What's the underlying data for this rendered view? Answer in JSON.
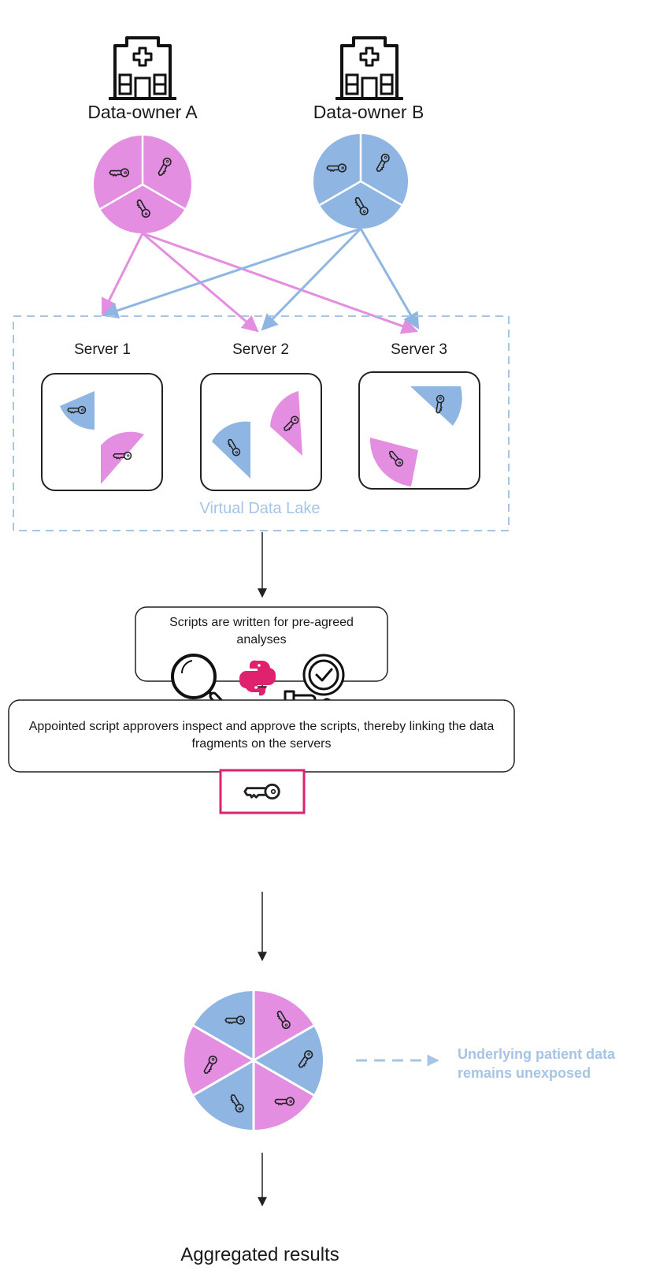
{
  "owners": [
    {
      "label": "Data-owner A",
      "color": "#e38ee0"
    },
    {
      "label": "Data-owner B",
      "color": "#8fb6e2"
    }
  ],
  "servers": [
    {
      "label": "Server 1"
    },
    {
      "label": "Server 2"
    },
    {
      "label": "Server 3"
    }
  ],
  "lake": {
    "label": "Virtual Data Lake",
    "color": "#a6c4e4"
  },
  "steps": {
    "scripts": "Scripts are written for pre-agreed analyses",
    "approve": "Appointed script approvers inspect and approve the scripts, thereby linking the data fragments on the servers"
  },
  "note": "Underlying patient data remains unexposed",
  "result": "Aggregated results",
  "colors": {
    "pink": "#e38ee0",
    "blue": "#8fb6e2",
    "python": "#e0216e",
    "key_frame": "#e0216e",
    "lines": "#222222"
  },
  "icons": [
    "hospital-icon",
    "key-icon",
    "python-icon",
    "magnifier-icon",
    "approval-hand-icon",
    "checkmark-icon"
  ]
}
